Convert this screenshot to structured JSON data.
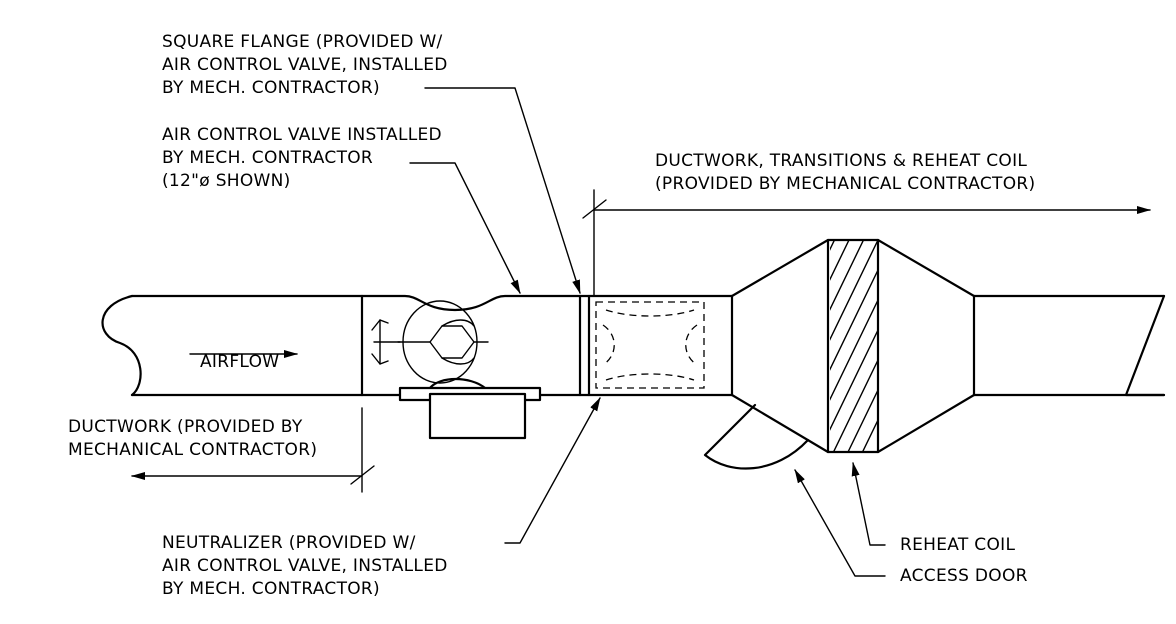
{
  "labels": {
    "square_flange": [
      "SQUARE FLANGE (PROVIDED W/",
      "AIR CONTROL VALVE, INSTALLED",
      "BY MECH. CONTRACTOR)"
    ],
    "air_control_valve": [
      "AIR CONTROL VALVE INSTALLED",
      "BY MECH. CONTRACTOR",
      "(12\"ø SHOWN)"
    ],
    "ductwork_right": [
      "DUCTWORK, TRANSITIONS & REHEAT COIL",
      "(PROVIDED BY MECHANICAL CONTRACTOR)"
    ],
    "airflow": "AIRFLOW",
    "ductwork_left": [
      "DUCTWORK (PROVIDED BY",
      "MECHANICAL CONTRACTOR)"
    ],
    "neutralizer": [
      "NEUTRALIZER (PROVIDED W/",
      "AIR CONTROL VALVE, INSTALLED",
      "BY MECH. CONTRACTOR)"
    ],
    "reheat_coil": "REHEAT COIL",
    "access_door": "ACCESS DOOR"
  }
}
